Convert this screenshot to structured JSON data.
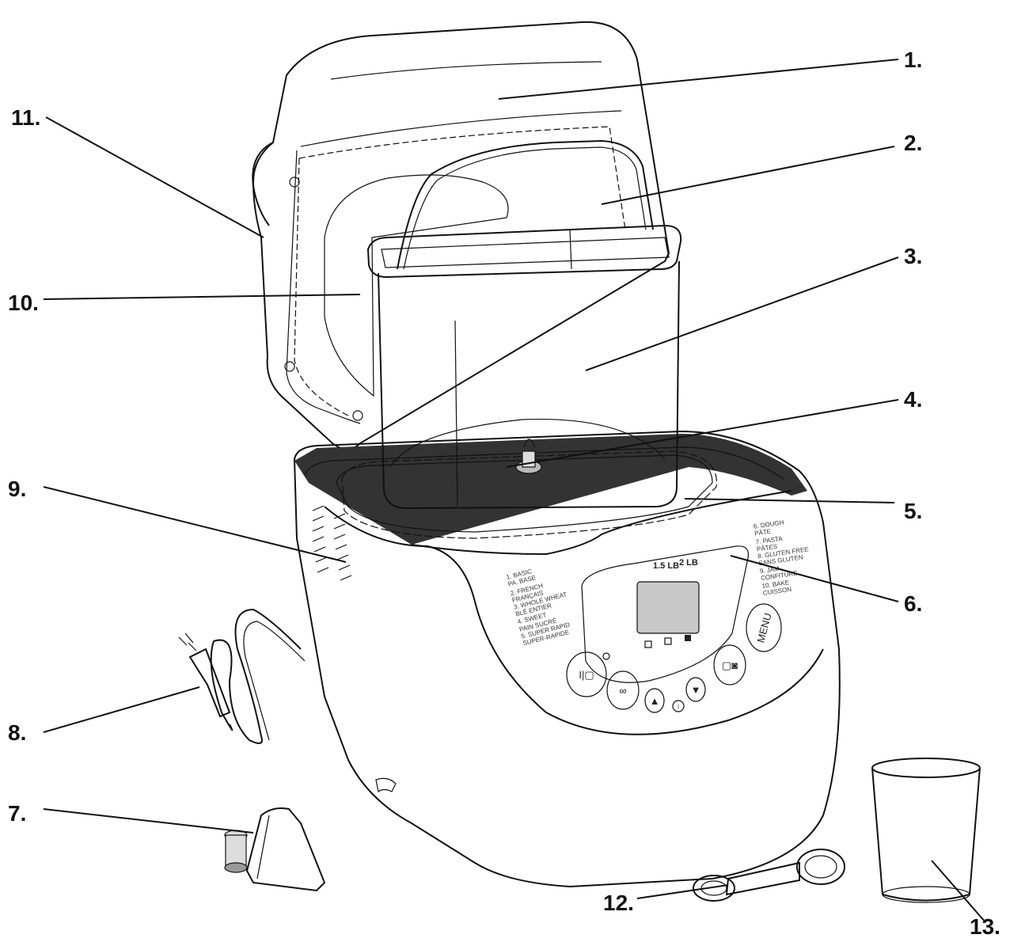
{
  "labels": [
    {
      "id": "1",
      "text": "1."
    },
    {
      "id": "2",
      "text": "2."
    },
    {
      "id": "3",
      "text": "3."
    },
    {
      "id": "4",
      "text": "4."
    },
    {
      "id": "5",
      "text": "5."
    },
    {
      "id": "6",
      "text": "6."
    },
    {
      "id": "7",
      "text": "7."
    },
    {
      "id": "8",
      "text": "8."
    },
    {
      "id": "9",
      "text": "9."
    },
    {
      "id": "10",
      "text": "10."
    },
    {
      "id": "11",
      "text": "11."
    },
    {
      "id": "12",
      "text": "12."
    },
    {
      "id": "13",
      "text": "13."
    }
  ],
  "control_panel": {
    "menu_button": "MENU",
    "loaf_small": "1.5 LB",
    "loaf_large": "2 LB",
    "left_programs": [
      "1. BASIC",
      "   PA. BASE",
      "2. FRENCH",
      "   FRANÇAIS",
      "3. WHOLE WHEAT",
      "   BLÉ ENTIER",
      "4. SWEET",
      "   PAIN SUCRÉ",
      "5. SUPER RAPID",
      "   SUPER-RAPIDE"
    ],
    "right_programs": [
      "6. DOUGH",
      "   PÂTE",
      "7. PASTA",
      "   PÂTES",
      "8. GLUTEN FREE",
      "   SANS GLUTEN",
      "9. JAM",
      "   CONFITURE",
      "10. BAKE",
      "   CUISSON"
    ]
  }
}
